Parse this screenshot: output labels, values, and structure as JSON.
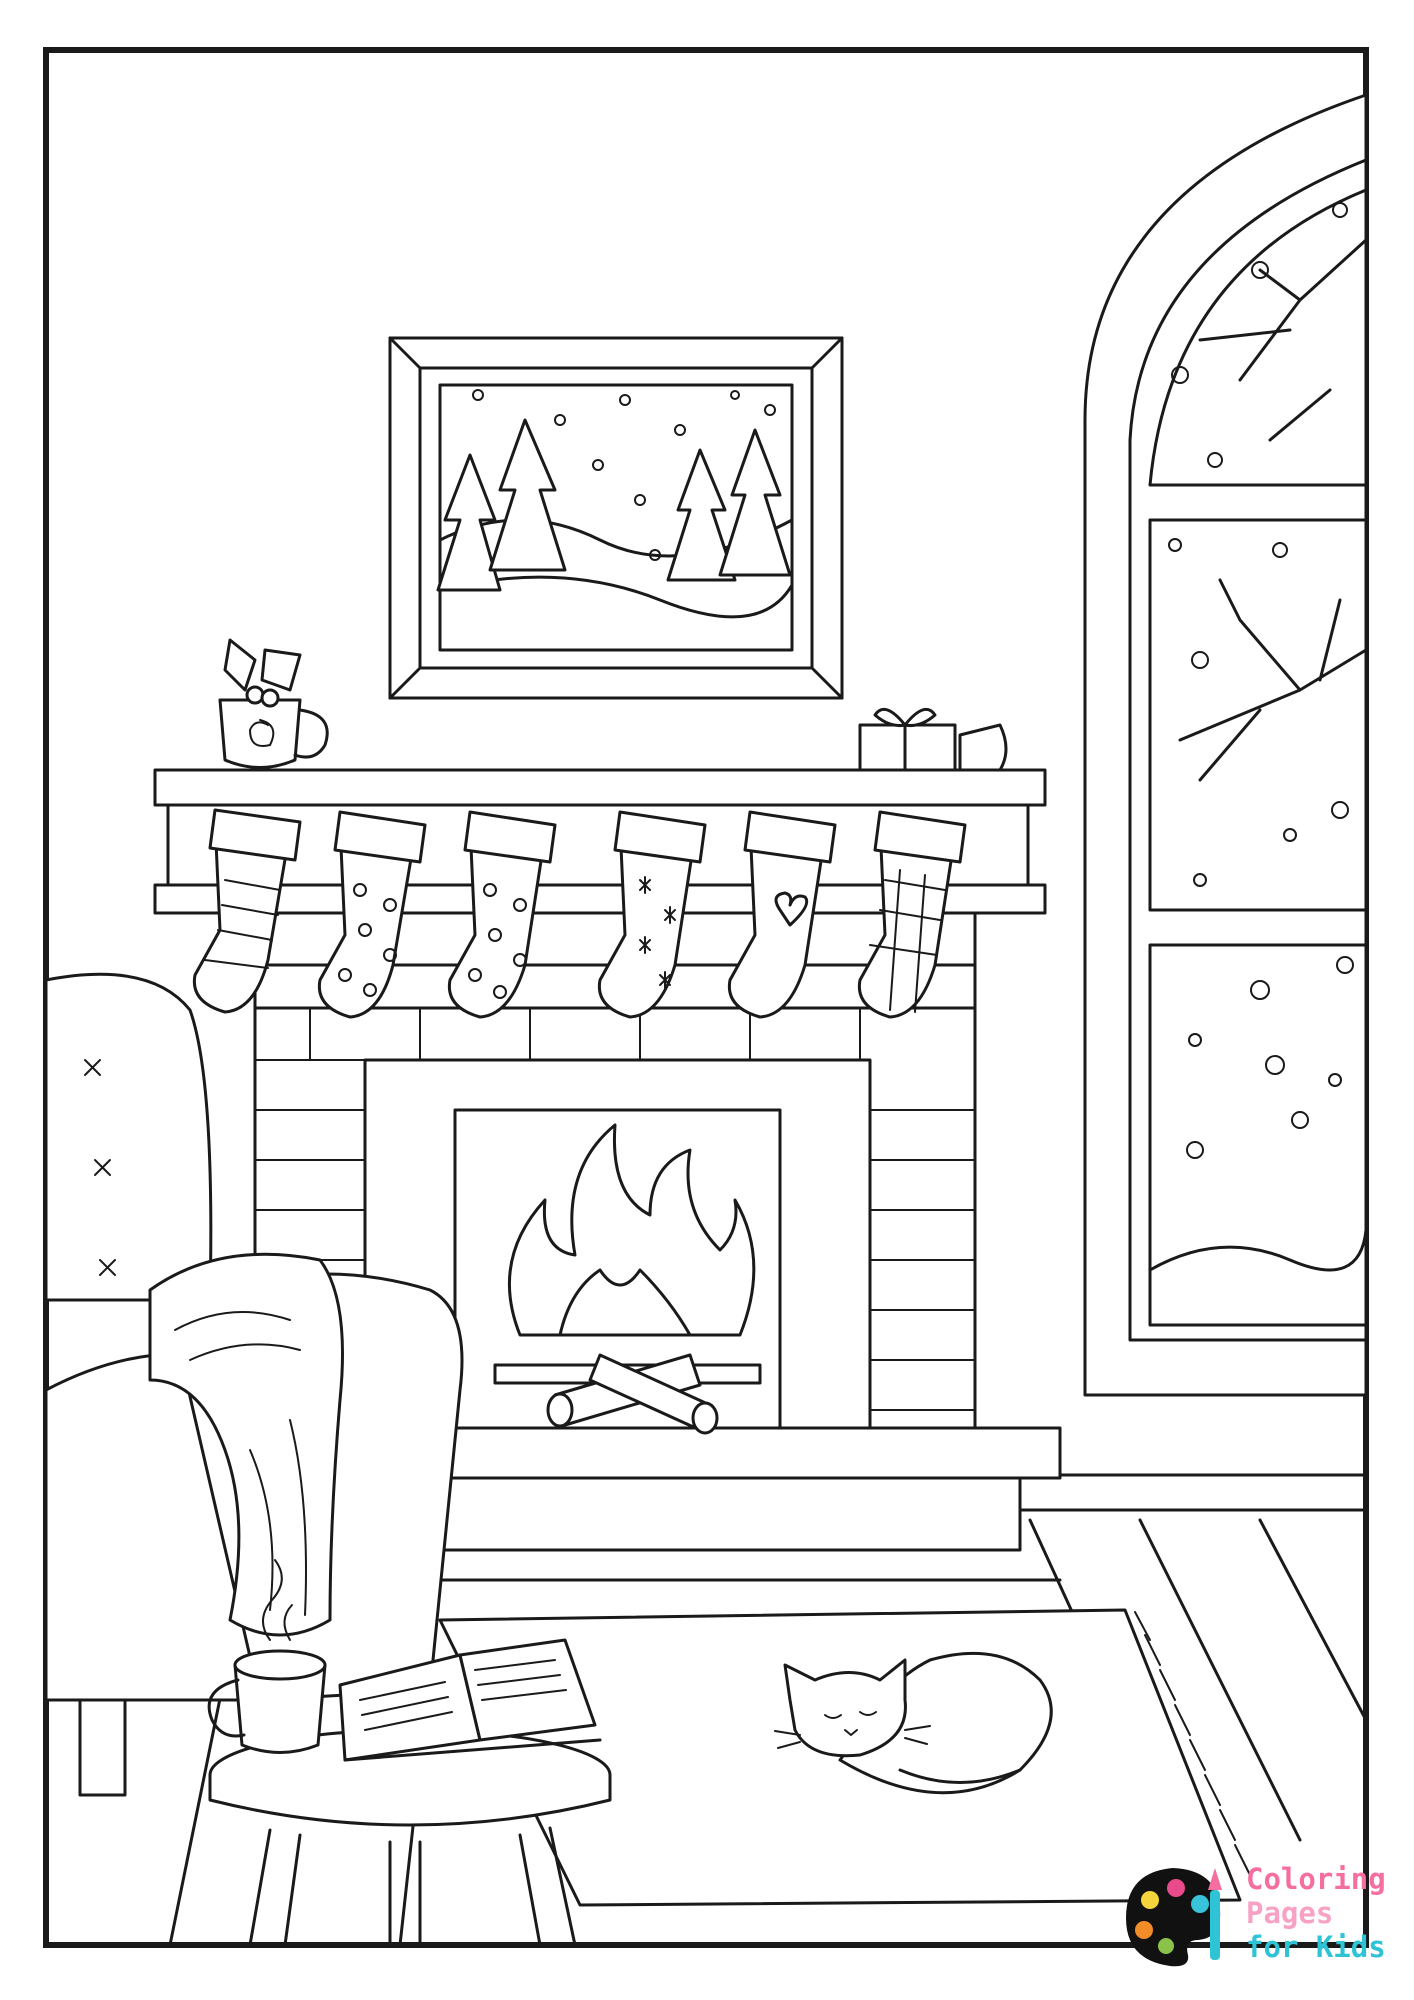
{
  "page": {
    "background": "#ffffff",
    "line_color": "#1a1a1a",
    "illustration": "cozy-christmas-living-room"
  },
  "logo": {
    "line1": "Coloring",
    "line2": "Pages",
    "line3": "for Kids",
    "colors": {
      "coloring": "#f46fa0",
      "pages": "#f7a1c4",
      "for_kids": "#2ec4d6",
      "palette_dark": "#111111",
      "paint_dots": [
        "#f5d33b",
        "#e84a8a",
        "#38c3da",
        "#f28c28",
        "#8bc34a"
      ]
    }
  },
  "objects": {
    "stocking_count": 6,
    "stocking_patterns": [
      "stripes",
      "polka-dots",
      "polka-dots",
      "snowflakes",
      "heart",
      "plaid"
    ],
    "icons": [
      "framed-winter-picture",
      "arched-window",
      "fireplace",
      "armchair",
      "throw-blanket",
      "side-table",
      "coffee-mug",
      "open-book",
      "sleeping-cat",
      "rug",
      "gift-box",
      "holly-mug"
    ]
  }
}
